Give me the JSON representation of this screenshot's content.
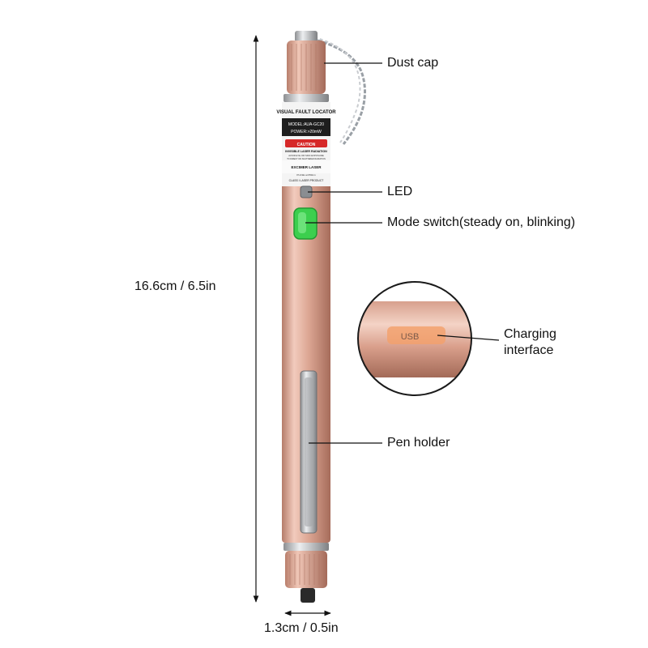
{
  "annotations": {
    "dust_cap": "Dust cap",
    "led": "LED",
    "mode_switch": "Mode switch(steady on, blinking)",
    "charging_line1": "Charging",
    "charging_line2": "interface",
    "pen_holder": "Pen holder"
  },
  "dimensions": {
    "height": "16.6cm / 6.5in",
    "width": "1.3cm / 0.5in"
  },
  "product_label": {
    "title": "VISUAL FAULT LOCATOR",
    "model": "MODEL:AUA-GC20",
    "power": "POWER:>20mW",
    "caution": "CAUTION",
    "warning": "INVISIBLE LASER RADIATION",
    "warning_detail_1": "AVOID EYE OR SKIN EXPOSURE",
    "warning_detail_2": "TO DIRECT OR SCATTERED RADIATION",
    "laser_type": "EXCIMER LASER",
    "pulse": "PULSE at 650nm",
    "class": "CLASS I LASER PRODUCT"
  },
  "usb_marking": "USB",
  "colors": {
    "body": "#d9a08f",
    "body_highlight": "#f3cfc2",
    "body_shadow": "#a86f5e",
    "switch_green": "#3ccf4e",
    "chain": "#9aa0a6"
  }
}
